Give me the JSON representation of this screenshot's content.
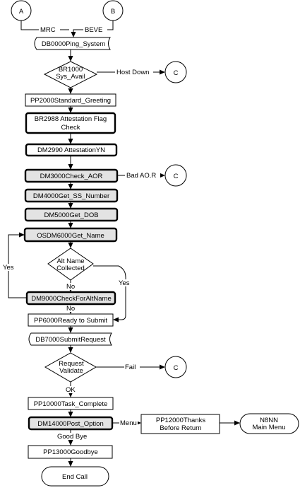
{
  "connectors": {
    "a": "A",
    "b": "B",
    "c": "C"
  },
  "edge_labels": {
    "mrc": "MRC",
    "beve": "BEVE",
    "host_down": "Host Down",
    "bad_aor": "Bad AO.R",
    "yes_left": "Yes",
    "yes_right": "Yes",
    "no_alt": "No",
    "no_check": "No",
    "fail": "Fail",
    "ok": "OK",
    "menu": "Menu",
    "good_bye": "Good Bye"
  },
  "nodes": {
    "db0000": "DB0000Ping_System",
    "br1000_l1": "BR1000",
    "br1000_l2": "Sys_Avail",
    "pp2000": "PP2000Standard_Greeting",
    "br2988_l1": "BR2988 Attestation Flag",
    "br2988_l2": "Check",
    "dm2990": "DM2990 AttestationYN",
    "dm3000": "DM3000Check_AOR",
    "dm4000": "DM4000Get_SS_Number",
    "dm5000": "DM5000Get_DOB",
    "osdm6000": "OSDM6000Get_Name",
    "alt_l1": "Alt Name",
    "alt_l2": "Collected",
    "dm9000": "DM9000CheckForAltName",
    "pp6000": "PP6000Ready to Submit",
    "db7000": "DB7000SubmitRequest",
    "req_l1": "Request",
    "req_l2": "Validate",
    "pp10000": "PP10000Task_Complete",
    "dm14000": "DM14000Post_Option",
    "pp12000_l1": "PP12000Thanks",
    "pp12000_l2": "Before Return",
    "n8nn_l1": "N8NN",
    "n8nn_l2": "Main Menu",
    "pp13000": "PP13000Goodbye",
    "end": "End Call"
  }
}
